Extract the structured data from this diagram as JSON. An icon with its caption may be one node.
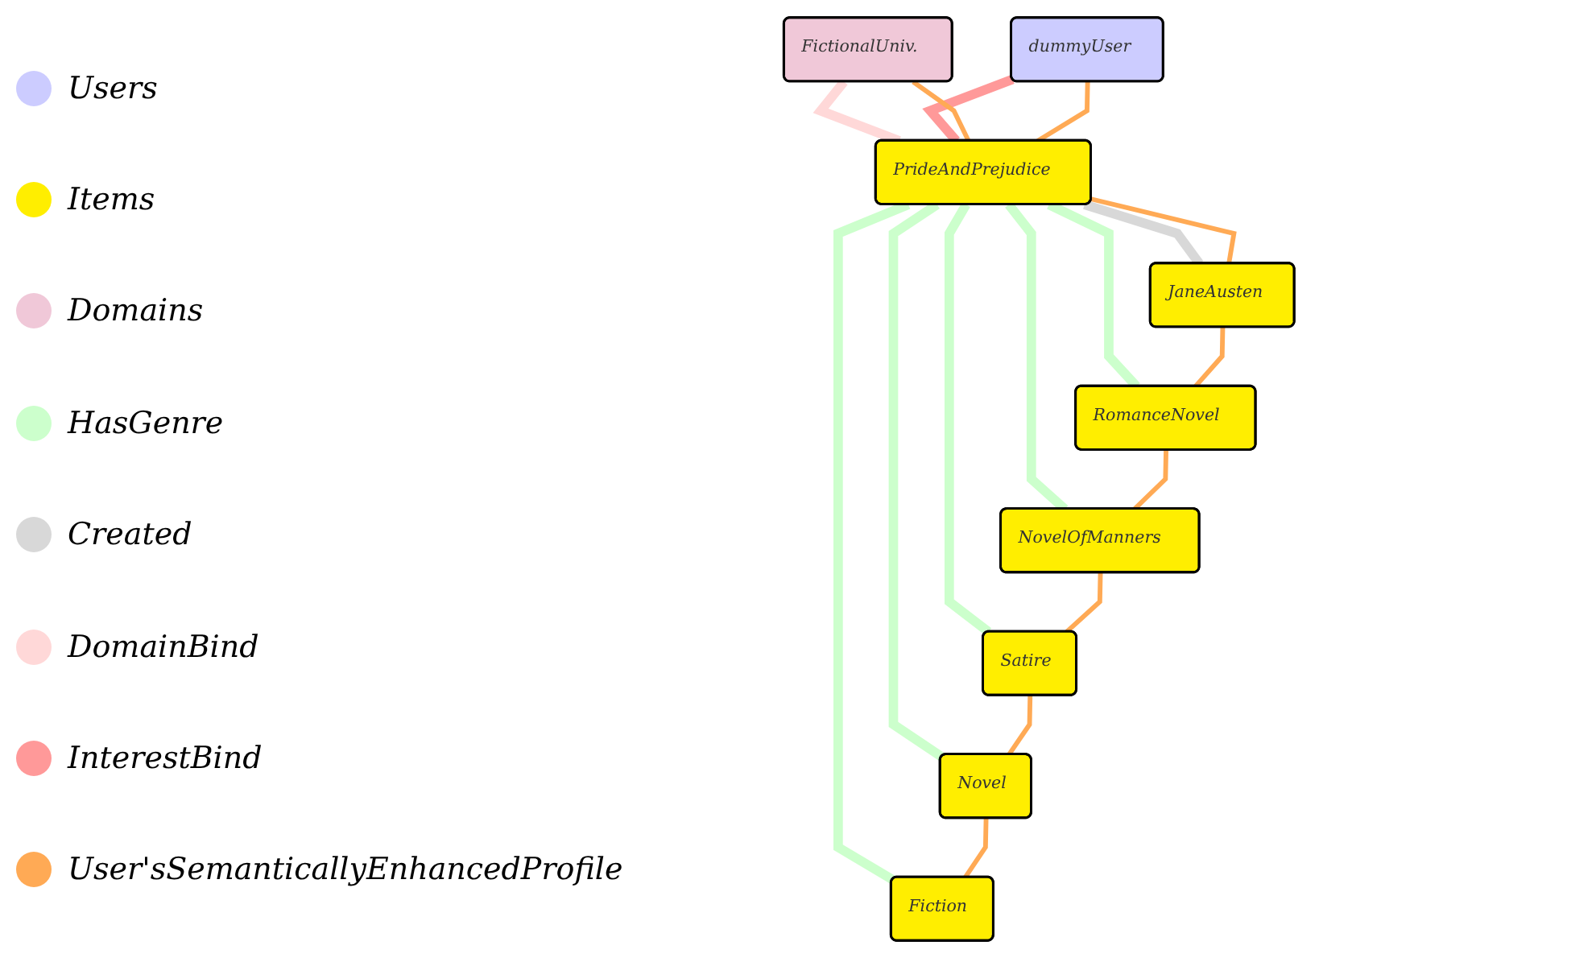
{
  "diagram": {
    "nodes": [
      {
        "text": [
          "FictionalUniv."
        ]
      },
      {
        "text": [
          "dummyUser"
        ]
      },
      {
        "text": [
          "PrideAndPrejudice"
        ]
      },
      {
        "text": [
          "JaneAusten"
        ]
      },
      {
        "text": [
          "RomanceNovel"
        ]
      },
      {
        "text": [
          "NovelOfManners"
        ]
      },
      {
        "text": [
          "Satire"
        ]
      },
      {
        "text": [
          "Novel"
        ]
      },
      {
        "text": [
          "Fiction"
        ]
      }
    ],
    "edges": [
      {
        "from": 0,
        "to": 2,
        "arrow": "none",
        "style": "thick",
        "color": "#ffd8d8"
      },
      {
        "from": 1,
        "to": 2,
        "arrow": "none",
        "style": "thick",
        "color": "#ff9999"
      },
      {
        "from": 2,
        "to": 3,
        "arrow": "none",
        "style": "thick",
        "color": "#d8d8d8"
      },
      {
        "from": 2,
        "to": 4,
        "arrow": "none",
        "style": "thick",
        "color": "#ccffcc"
      },
      {
        "from": 2,
        "to": 5,
        "arrow": "none",
        "style": "thick",
        "color": "#ccffcc"
      },
      {
        "from": 2,
        "to": 6,
        "arrow": "none",
        "style": "thick",
        "color": "#ccffcc"
      },
      {
        "from": 2,
        "to": 7,
        "arrow": "none",
        "style": "thick",
        "color": "#ccffcc"
      },
      {
        "from": 2,
        "to": 8,
        "arrow": "none",
        "style": "thick",
        "color": "#ccffcc"
      },
      {
        "from": 0,
        "to": 2,
        "arrow": "none"
      },
      {
        "from": 1,
        "to": 2,
        "arrow": "none"
      },
      {
        "from": 2,
        "to": 3,
        "arrow": "none"
      },
      {
        "from": 3,
        "to": 4,
        "arrow": "none"
      },
      {
        "from": 4,
        "to": 5,
        "arrow": "none"
      },
      {
        "from": 5,
        "to": 6,
        "arrow": "none"
      },
      {
        "from": 6,
        "to": 7,
        "arrow": "none"
      },
      {
        "from": 7,
        "to": 8,
        "arrow": "none"
      }
    ],
    "legend": [
      {
        "text": "Users",
        "color": "#ccccff"
      },
      {
        "text": "Items",
        "color": "#ffee00"
      },
      {
        "text": "Domains",
        "color": "#f0c8d8"
      },
      {
        "text": "HasGenre",
        "color": "#ccffcc"
      },
      {
        "text": "Created",
        "color": "#d8d8d8"
      },
      {
        "text": "DomainBind",
        "color": "#ffd8d8"
      },
      {
        "text": "InterestBind",
        "color": "#ff9999"
      },
      {
        "text": "User'sSemanticallyEnhancedProfile",
        "color": "#ffaa55"
      }
    ]
  }
}
